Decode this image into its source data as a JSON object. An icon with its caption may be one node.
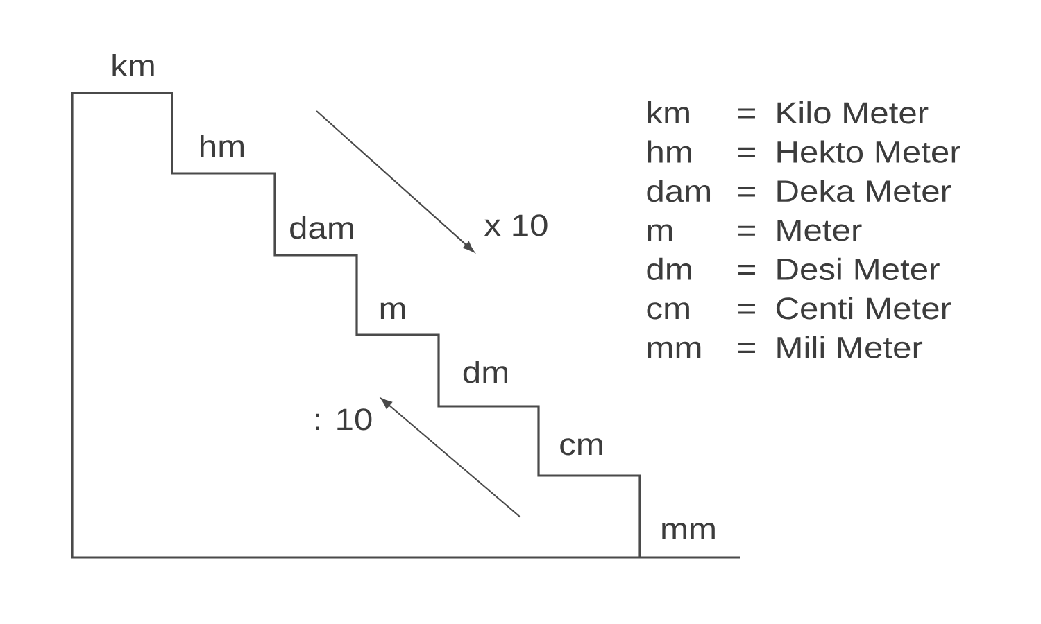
{
  "diagram": {
    "labels": [
      "km",
      "hm",
      "dam",
      "m",
      "dm",
      "cm",
      "mm",
      "x 10",
      ": 10",
      "km",
      "=",
      "Kilo Meter",
      "hm",
      "=",
      "Hekto Meter",
      "dam",
      "=",
      "Deka Meter",
      "m",
      "=",
      "Meter",
      "dm",
      "=",
      "Desi Meter",
      "cm",
      "=",
      "Centi Meter",
      "mm",
      "=",
      "Mili Meter"
    ]
  }
}
